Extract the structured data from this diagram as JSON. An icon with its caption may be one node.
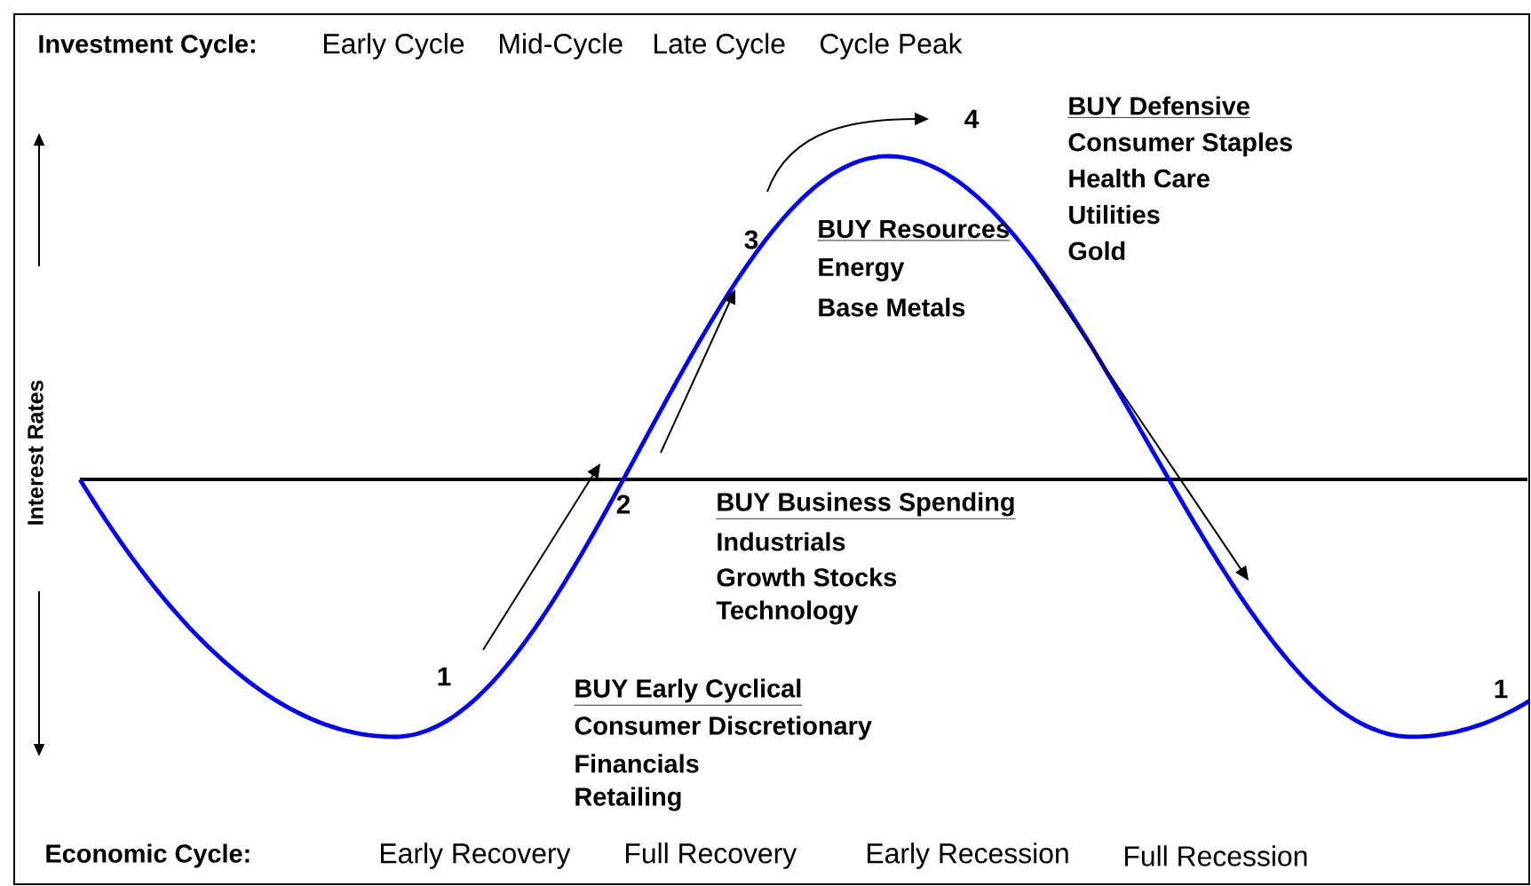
{
  "diagram": {
    "nodes": [
      {
        "text": [
          "1"
        ]
      },
      {
        "text": [
          "2"
        ]
      },
      {
        "text": [
          "3"
        ]
      },
      {
        "text": [
          "4"
        ]
      },
      {
        "text": [
          "1"
        ]
      },
      {
        "text": [
          "BUY Defensive",
          "Consumer Staples",
          "Health Care",
          "Utilities",
          "Gold"
        ]
      }
    ],
    "edges": [
      {
        "from": 0,
        "to": 1,
        "arrow": "to"
      },
      {
        "from": 1,
        "to": 2,
        "arrow": "to"
      },
      {
        "from": 2,
        "to": 3,
        "arrow": "to"
      },
      {
        "from": 5,
        "to": null,
        "arrow": "to"
      }
    ],
    "labels": [
      "Investment Cycle:",
      "Early Cycle",
      "Mid-Cycle",
      "Late Cycle",
      "Cycle Peak",
      "Interest Rates",
      "BUY Resources",
      "Energy",
      "Base Metals",
      "BUY Business Spending",
      "Industrials",
      "Growth Stocks",
      "Technology",
      "BUY Early Cyclical",
      "Consumer Discretionary",
      "Financials",
      "Retailing",
      "Economic Cycle:",
      "Early Recovery",
      "Full Recovery",
      "Early Recession",
      "Full Recession"
    ]
  }
}
